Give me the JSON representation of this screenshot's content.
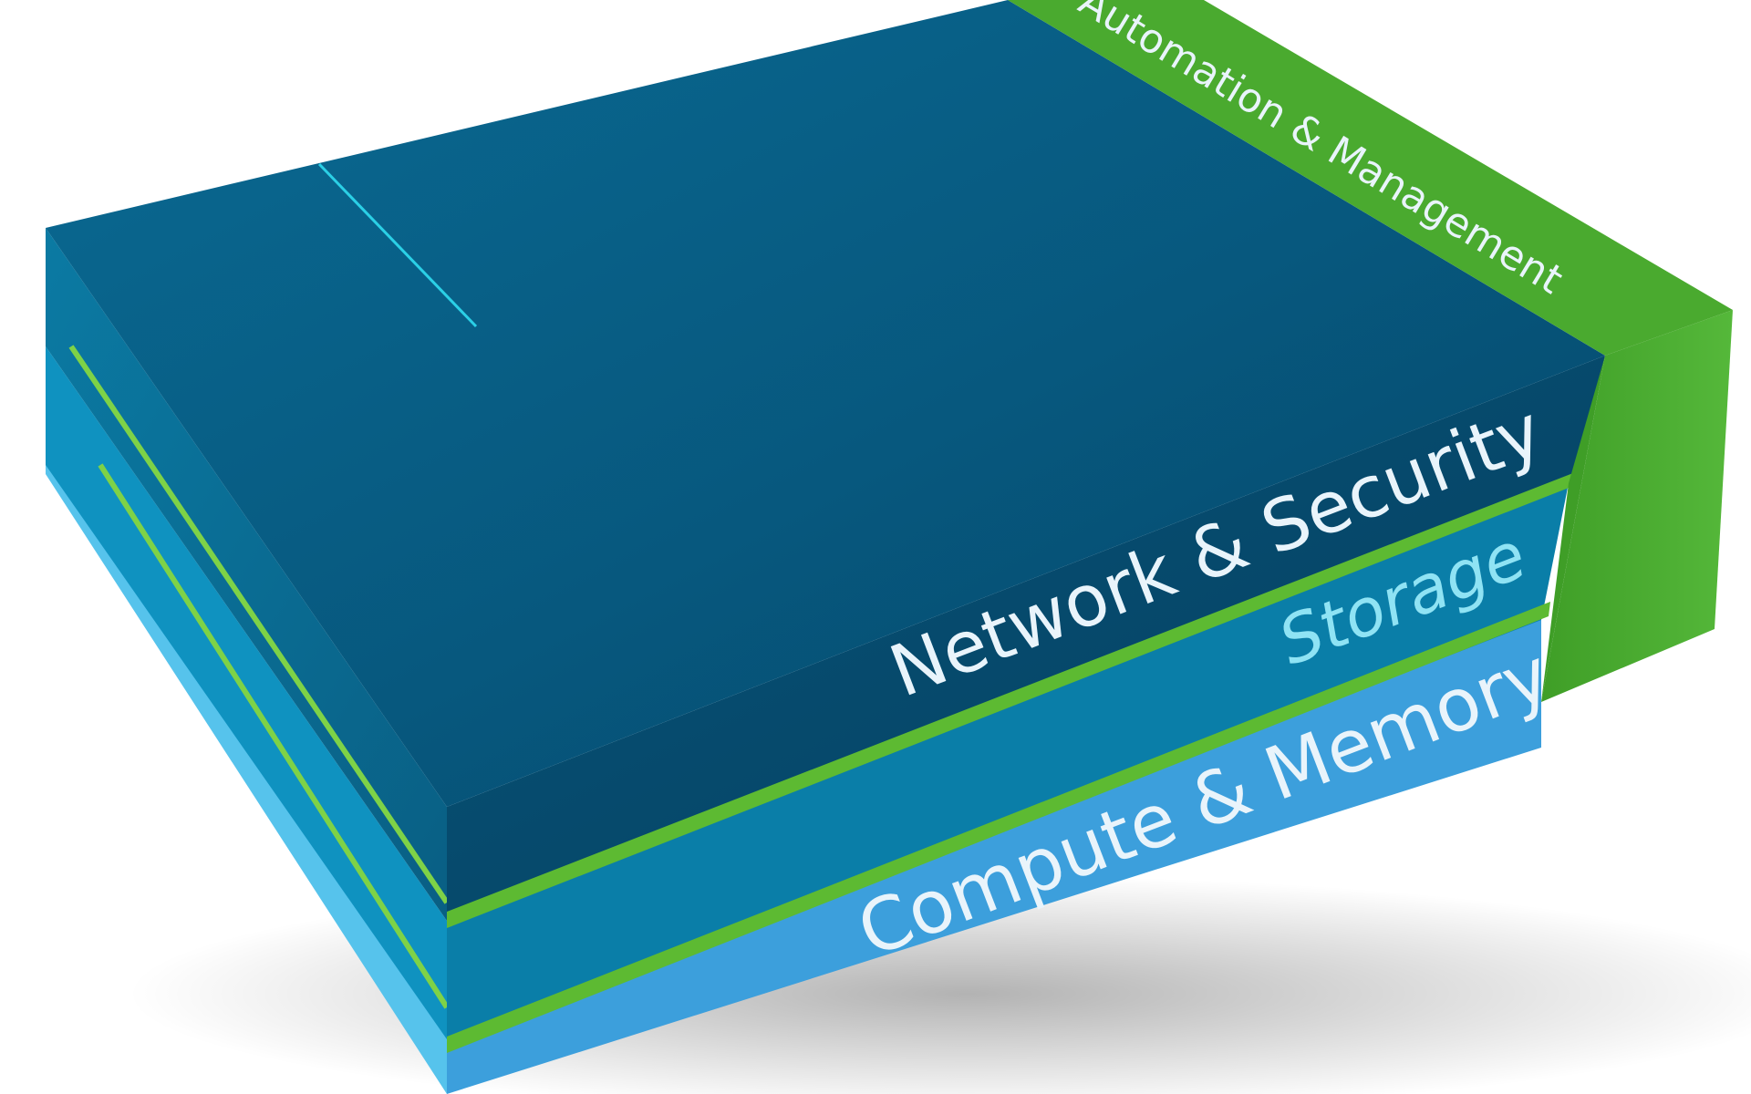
{
  "diagram": {
    "layers": {
      "network_security": {
        "label": "Network & Security",
        "front_color": "#06476b",
        "top_color": "#07597f",
        "side_color": "#0b6e94"
      },
      "storage": {
        "label": "Storage",
        "front_color": "#0a7ea8",
        "side_color": "#0f95c3",
        "text_color": "#8fe3f4"
      },
      "compute_memory": {
        "label": "Compute & Memory",
        "front_color": "#3a9fdc",
        "side_color": "#5cc6ee"
      },
      "automation_management": {
        "label": "Automation & Management",
        "top_color": "#4aaa2f",
        "front_color": "#3f9e27"
      }
    },
    "colors": {
      "separator": "#5dba32",
      "highlight_line": "#2bd0e6",
      "background": "#ffffff",
      "label_white": "#e9f4fb"
    }
  }
}
